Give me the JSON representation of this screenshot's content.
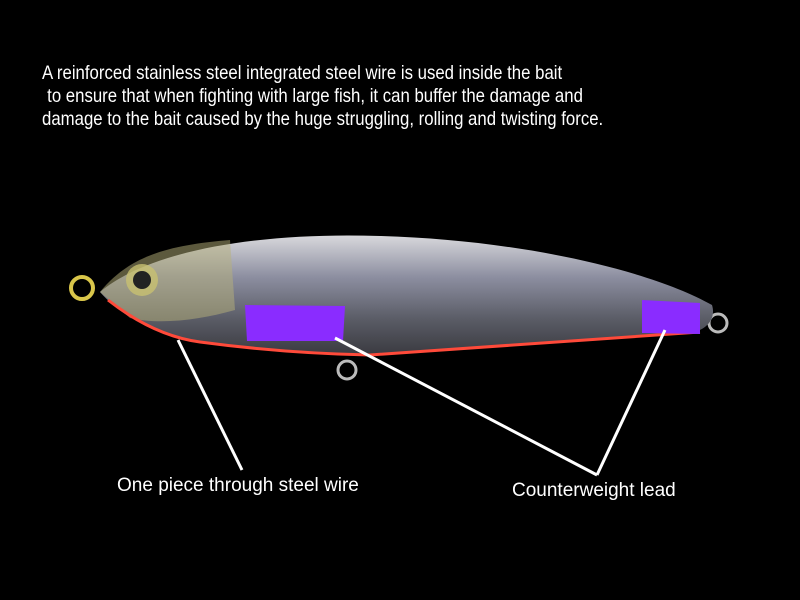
{
  "description": {
    "line1": "A reinforced stainless steel integrated steel wire is used inside the bait",
    "line2": "to ensure that when fighting with large fish, it can buffer the damage and",
    "line3": "damage to the bait caused by the huge struggling, rolling and twisting force."
  },
  "labels": {
    "wire": "One piece through steel wire",
    "lead": "Counterweight lead"
  },
  "colors": {
    "background": "#000000",
    "wire": "#ff4a3a",
    "lead": "#8a2cff",
    "text": "#ffffff"
  }
}
